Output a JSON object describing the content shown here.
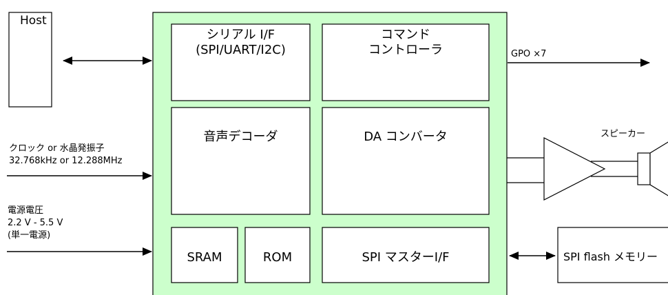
{
  "colors": {
    "chip_fill": "#ccffcc",
    "stroke": "#000000",
    "background": "#ffffff"
  },
  "host": {
    "label": "Host"
  },
  "blocks": {
    "serial_if": {
      "line1": "シリアル I/F",
      "line2": "(SPI/UART/I2C)"
    },
    "command_controller": {
      "line1": "コマンド",
      "line2": "コントローラ"
    },
    "audio_decoder": {
      "label": "音声デコーダ"
    },
    "da_converter": {
      "label": "DA コンバータ"
    },
    "sram": {
      "label": "SRAM"
    },
    "rom": {
      "label": "ROM"
    },
    "spi_master_if": {
      "label": "SPI マスターI/F"
    },
    "spi_flash": {
      "label": "SPI flash メモリー"
    }
  },
  "signals": {
    "gpo": "GPO ×7",
    "speaker": "スピーカー",
    "clock": {
      "line1": "クロック or 水晶発振子",
      "line2": "32.768kHz or 12.288MHz"
    },
    "power": {
      "line1": "電源電圧",
      "line2": "2.2 V - 5.5 V",
      "line3": "(単一電源)"
    }
  }
}
